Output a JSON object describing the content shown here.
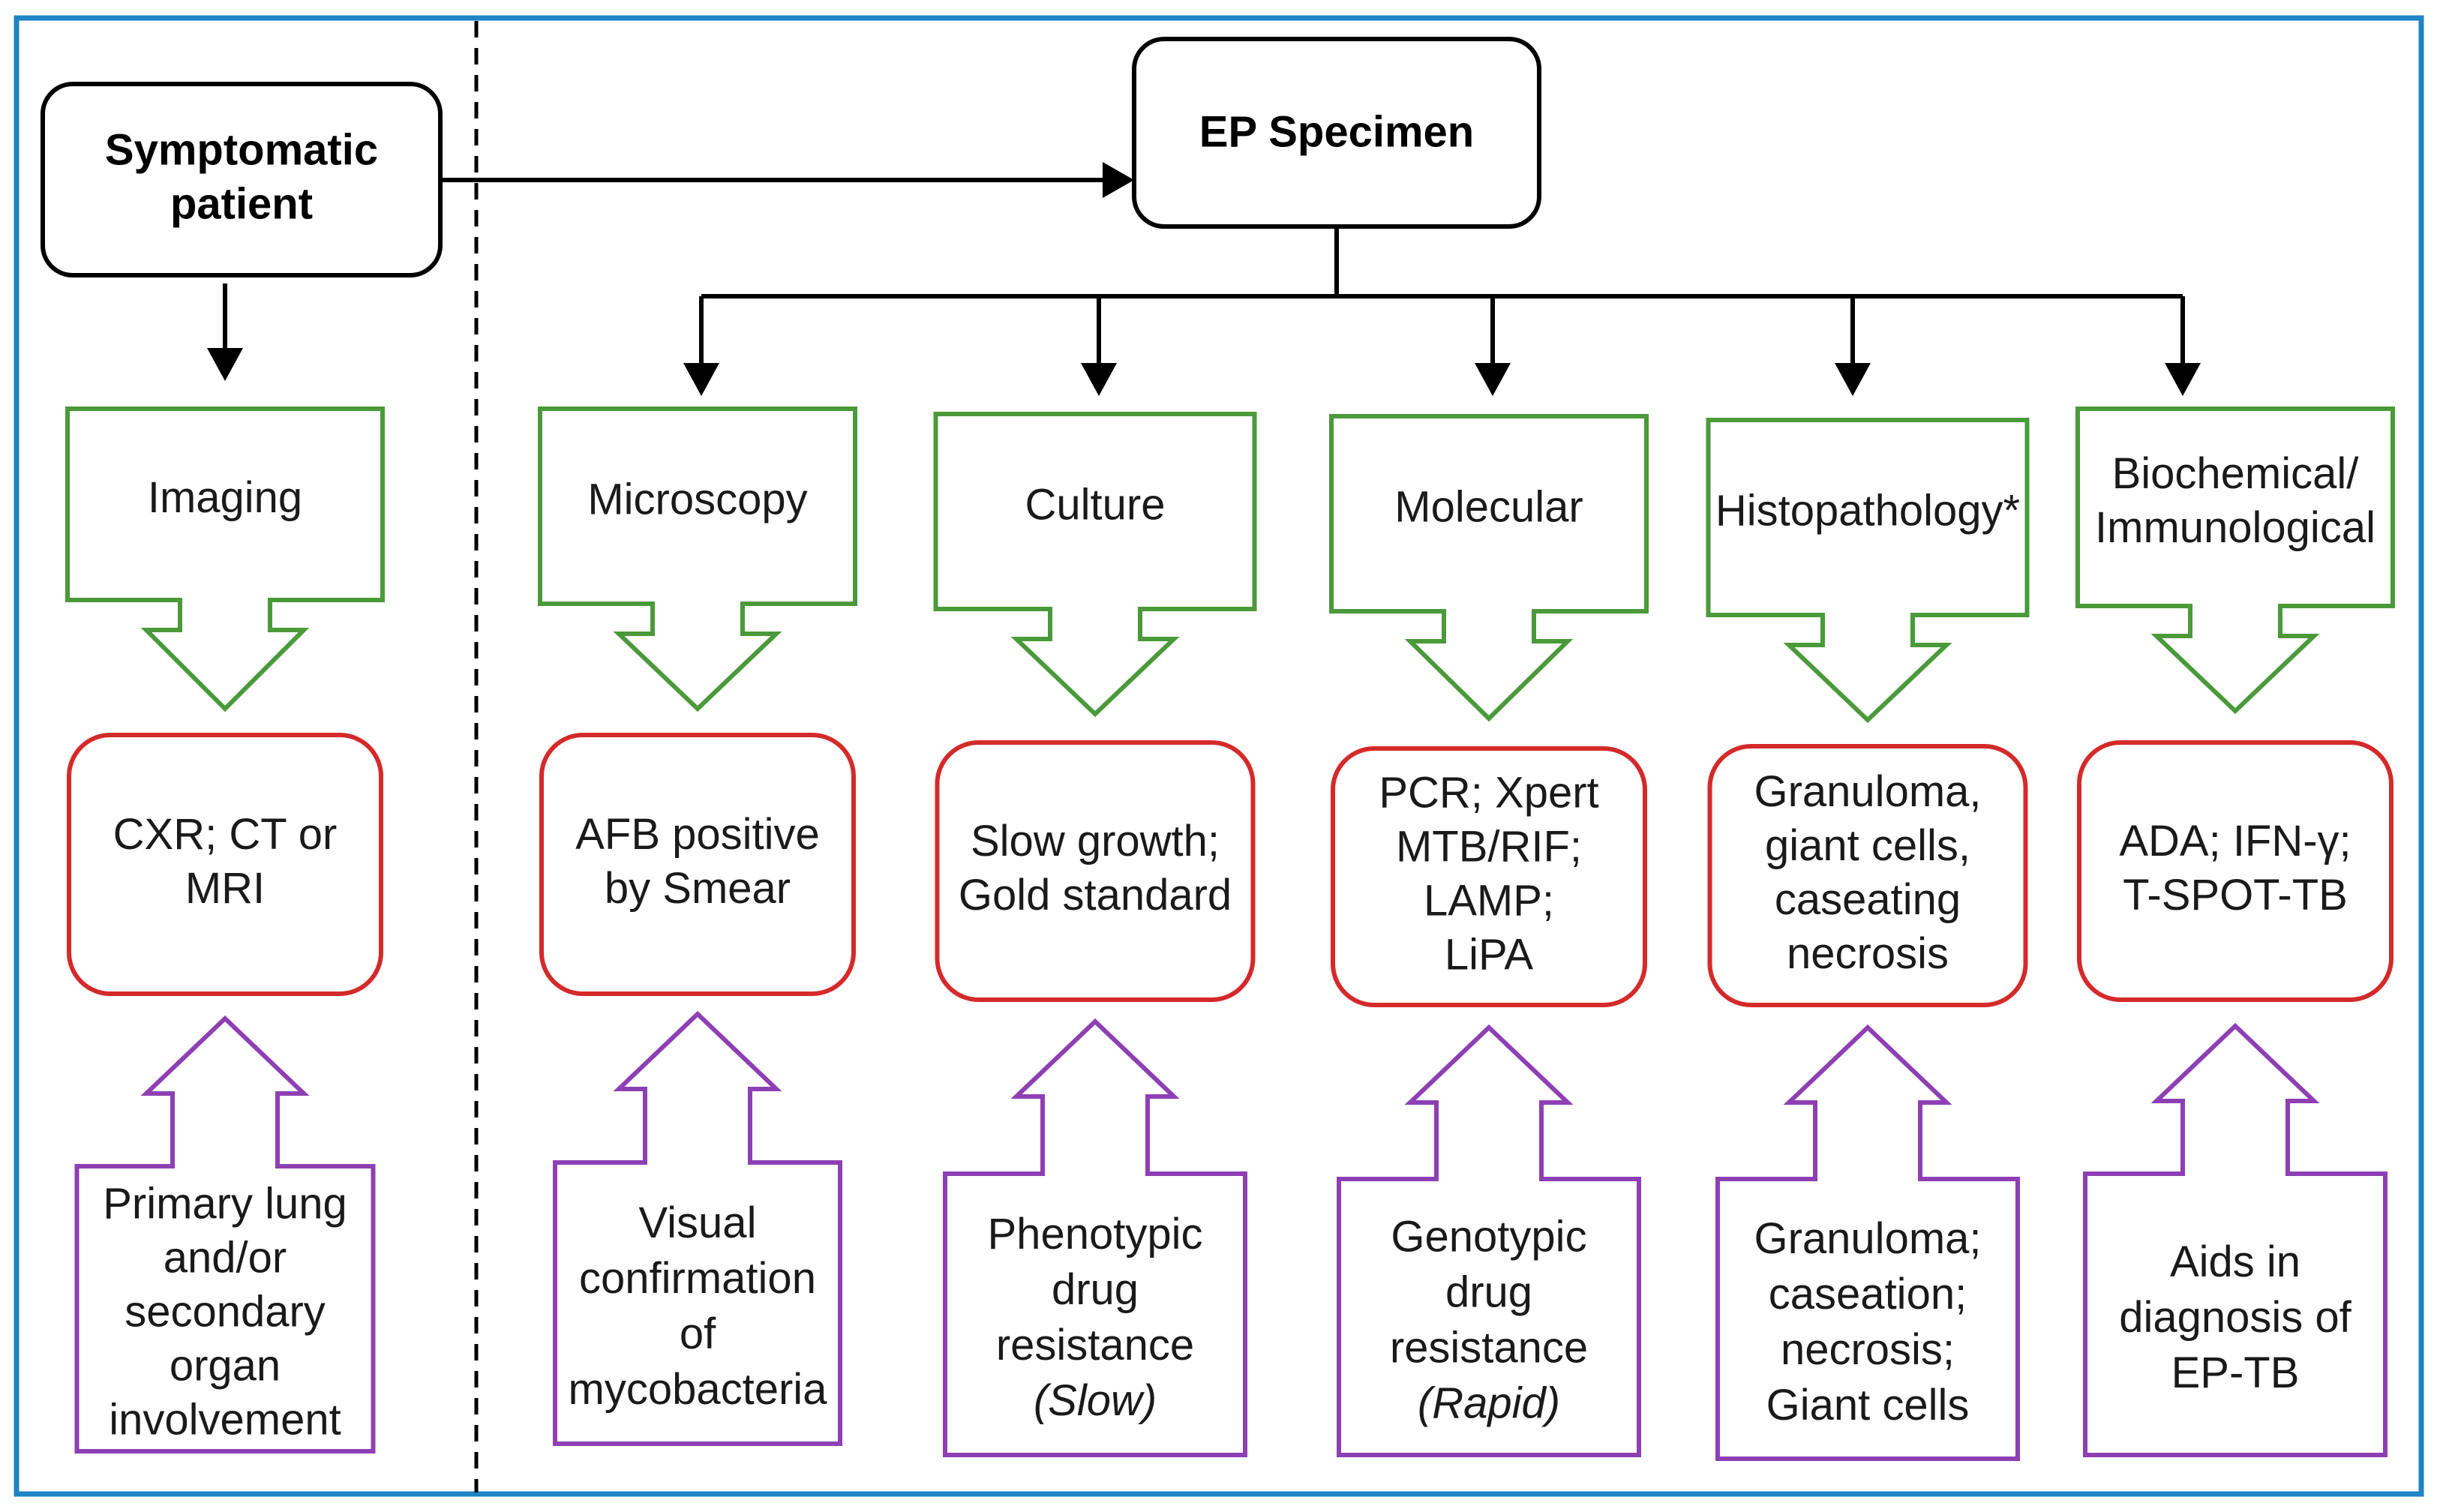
{
  "top_boxes": {
    "patient": [
      "Symptomatic",
      "patient"
    ],
    "specimen": [
      "EP Specimen"
    ]
  },
  "columns": [
    {
      "key": "imaging",
      "method": [
        "Imaging"
      ],
      "result": [
        "CXR; CT or",
        "MRI"
      ],
      "note": [
        "Primary lung",
        "and/or",
        "secondary",
        "organ",
        "involvement"
      ],
      "note_italic_last": false
    },
    {
      "key": "microscopy",
      "method": [
        "Microscopy"
      ],
      "result": [
        "AFB positive",
        "by Smear"
      ],
      "note": [
        "Visual",
        "confirmation",
        "of",
        "mycobacteria"
      ],
      "note_italic_last": false
    },
    {
      "key": "culture",
      "method": [
        "Culture"
      ],
      "result": [
        "Slow growth;",
        "Gold standard"
      ],
      "note": [
        "Phenotypic",
        "drug",
        "resistance",
        "(Slow)"
      ],
      "note_italic_last": true
    },
    {
      "key": "molecular",
      "method": [
        "Molecular"
      ],
      "result": [
        "PCR; Xpert",
        "MTB/RIF;",
        "LAMP;",
        "LiPA"
      ],
      "note": [
        "Genotypic",
        "drug",
        "resistance",
        "(Rapid)"
      ],
      "note_italic_last": true
    },
    {
      "key": "histopathology",
      "method": [
        "Histopathology*"
      ],
      "result": [
        "Granuloma,",
        "giant cells,",
        "caseating",
        "necrosis"
      ],
      "note": [
        "Granuloma;",
        "caseation;",
        "necrosis;",
        "Giant cells"
      ],
      "note_italic_last": false
    },
    {
      "key": "biochemical",
      "method": [
        "Biochemical/",
        "Immunological"
      ],
      "result": [
        "ADA; IFN-γ;",
        "T-SPOT-TB"
      ],
      "note": [
        "Aids in",
        "diagnosis of",
        "EP-TB"
      ],
      "note_italic_last": false
    }
  ],
  "colors": {
    "frame": "#1e84c4",
    "method_outline": "#4a9a3a",
    "result_outline": "#d42a2a",
    "note_outline": "#8e3fb4"
  }
}
